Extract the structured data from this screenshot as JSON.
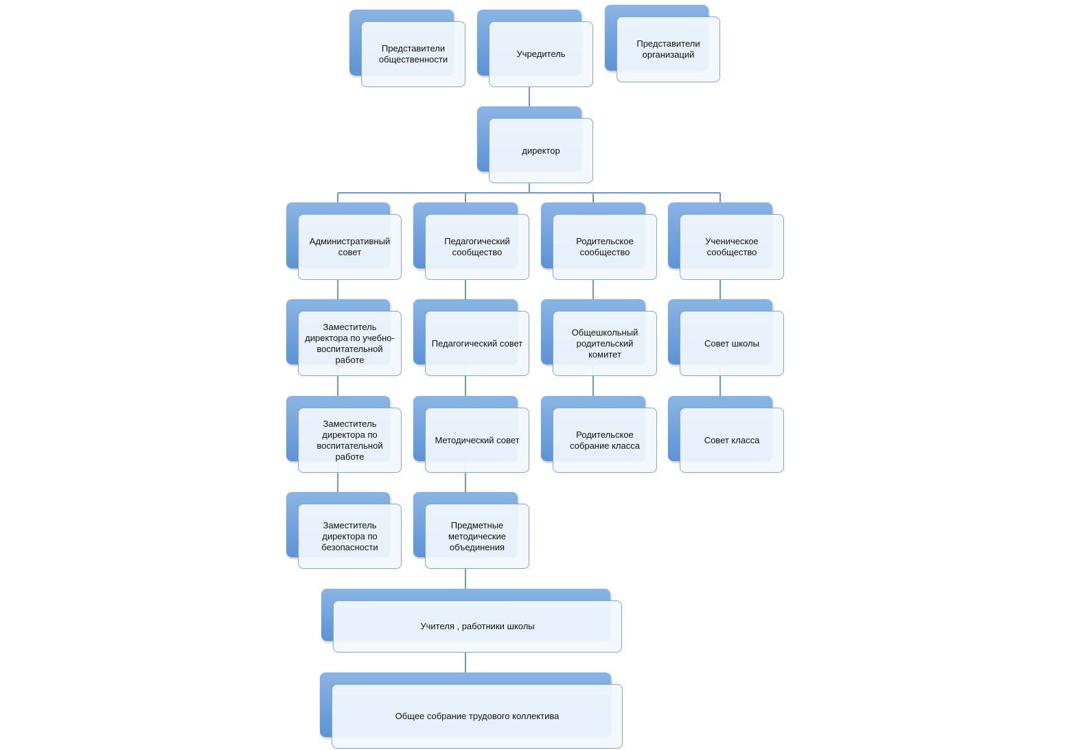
{
  "nodes": {
    "public_reps": "Представители\nобщественности",
    "founder": "Учредитель",
    "org_reps": "Представители\nорганизаций",
    "director": "директор",
    "admin_council": "Административный\nсовет",
    "ped_community": "Педагогический\nсообщество",
    "parent_community": "Родительское\nсообщество",
    "student_community": "Ученическое\nсообщество",
    "deputy_uvr": "Заместитель\nдиректора по учебно-\nвоспитательной\nработе",
    "deputy_vr": "Заместитель\nдиректора по\nвоспитательной\nработе",
    "deputy_safety": "Заместитель\nдиректора по\nбезопасности",
    "ped_council": "Педагогический совет",
    "method_council": "Методический совет",
    "subject_assoc": "Предметные\nметодические\nобъединения",
    "school_parent_committee": "Общешкольный\nродительский\nкомитет",
    "class_parent_meeting": "Родительское\nсобрание класса",
    "school_council": "Совет школы",
    "class_council": "Совет класса",
    "teachers_staff": "Учителя , работники школы",
    "general_meeting": "Общее собрание трудового коллектива"
  },
  "colors": {
    "box_back": "#5b93d6",
    "box_front_border": "#7fa7d8",
    "connector": "#6e97c8"
  }
}
